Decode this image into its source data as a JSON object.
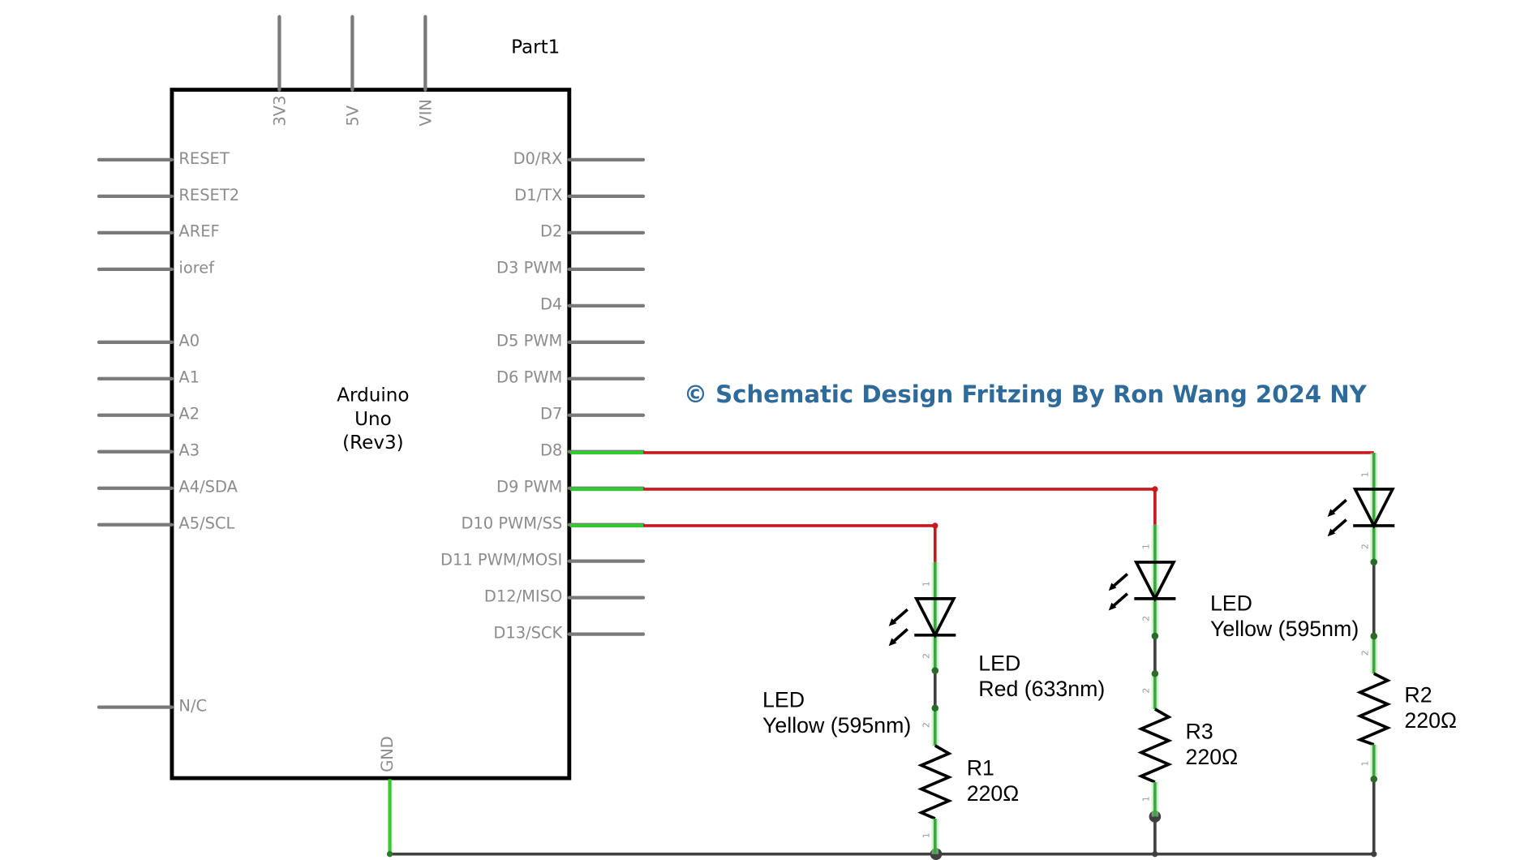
{
  "diagram": {
    "part_title": "Part1",
    "credit": "© Schematic Design Fritzing  By Ron Wang 2024 NY",
    "board": {
      "name_lines": [
        "Arduino",
        "Uno",
        "(Rev3)"
      ],
      "top_pins": [
        "3V3",
        "5V",
        "VIN"
      ],
      "bottom_pins": [
        "GND"
      ],
      "left_pins": [
        "RESET",
        "RESET2",
        "AREF",
        "ioref",
        "A0",
        "A1",
        "A2",
        "A3",
        "A4/SDA",
        "A5/SCL",
        "N/C"
      ],
      "right_pins": [
        "D0/RX",
        "D1/TX",
        "D2",
        "D3 PWM",
        "D4",
        "D5 PWM",
        "D6 PWM",
        "D7",
        "D8",
        "D9 PWM",
        "D10 PWM/SS",
        "D11 PWM/MOSI",
        "D12/MISO",
        "D13/SCK"
      ]
    },
    "components": [
      {
        "id": "led-d10",
        "type": "LED",
        "label_line1": "LED",
        "label_line2": "Yellow (595nm)",
        "connected_pin": "D10 PWM/SS"
      },
      {
        "id": "led-d9",
        "type": "LED",
        "label_line1": "LED",
        "label_line2": "Red (633nm)",
        "connected_pin": "D9 PWM"
      },
      {
        "id": "led-d8",
        "type": "LED",
        "label_line1": "LED",
        "label_line2": "Yellow (595nm)",
        "connected_pin": "D8"
      },
      {
        "id": "r1",
        "type": "Resistor",
        "label_line1": "R1",
        "label_line2": "220Ω"
      },
      {
        "id": "r3",
        "type": "Resistor",
        "label_line1": "R3",
        "label_line2": "220Ω"
      },
      {
        "id": "r2",
        "type": "Resistor",
        "label_line1": "R2",
        "label_line2": "220Ω"
      }
    ],
    "leg_numbers": {
      "one": "1",
      "two": "2"
    },
    "colors": {
      "signal_wire": "#c8191e",
      "ground_wire": "#404040",
      "connected_leg": "#3da63d",
      "pin": "#7a7a7a",
      "credit_text": "#2e6a9a"
    }
  }
}
